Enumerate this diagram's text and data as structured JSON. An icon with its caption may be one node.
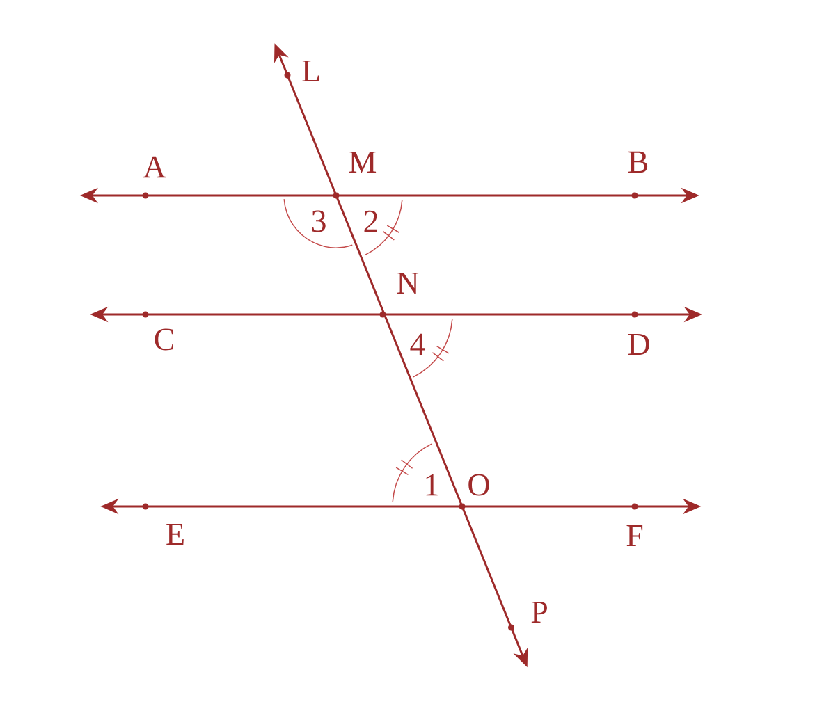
{
  "diagram": {
    "nodes": [
      {
        "text": [
          "L"
        ]
      },
      {
        "text": [
          "A"
        ]
      },
      {
        "text": [
          "M"
        ]
      },
      {
        "text": [
          "B"
        ]
      },
      {
        "text": [
          "N"
        ]
      },
      {
        "text": [
          "C"
        ]
      },
      {
        "text": [
          "D"
        ]
      },
      {
        "text": [
          "O"
        ]
      },
      {
        "text": [
          "E"
        ]
      },
      {
        "text": [
          "F"
        ]
      },
      {
        "text": [
          "P"
        ]
      }
    ],
    "edges": [
      {
        "from": 1,
        "to": 3,
        "arrow": "both"
      },
      {
        "from": 5,
        "to": 6,
        "arrow": "both"
      },
      {
        "from": 8,
        "to": 9,
        "arrow": "both"
      },
      {
        "from": 0,
        "to": 10,
        "arrow": "both"
      }
    ],
    "labels": [
      "3",
      "2",
      "4",
      "1"
    ]
  }
}
